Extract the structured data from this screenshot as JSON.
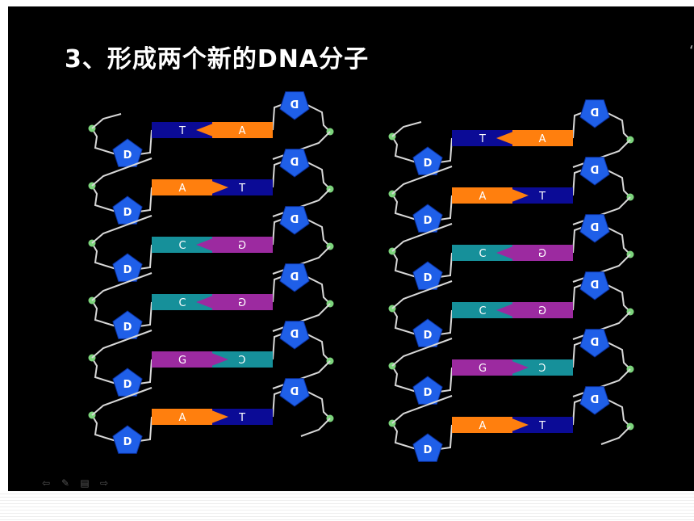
{
  "slide": {
    "title": "3、形成两个新的DNA分子"
  },
  "sugar_label": "D",
  "left_molecule": {
    "pairs": [
      {
        "left": "T",
        "right": "A",
        "left_color": "#0b0b96",
        "right_color": "#ff7f0e",
        "pointer": "left"
      },
      {
        "left": "A",
        "right": "T",
        "left_color": "#ff7f0e",
        "right_color": "#0b0b96",
        "pointer": "right"
      },
      {
        "left": "C",
        "right": "G",
        "left_color": "#16909a",
        "right_color": "#9c2aa0",
        "pointer": "left"
      },
      {
        "left": "C",
        "right": "G",
        "left_color": "#16909a",
        "right_color": "#9c2aa0",
        "pointer": "left"
      },
      {
        "left": "G",
        "right": "C",
        "left_color": "#9c2aa0",
        "right_color": "#16909a",
        "pointer": "right"
      },
      {
        "left": "A",
        "right": "T",
        "left_color": "#ff7f0e",
        "right_color": "#0b0b96",
        "pointer": "right"
      }
    ]
  },
  "right_molecule": {
    "pairs": [
      {
        "left": "T",
        "right": "A",
        "left_color": "#0b0b96",
        "right_color": "#ff7f0e",
        "pointer": "left"
      },
      {
        "left": "A",
        "right": "T",
        "left_color": "#ff7f0e",
        "right_color": "#0b0b96",
        "pointer": "right"
      },
      {
        "left": "C",
        "right": "G",
        "left_color": "#16909a",
        "right_color": "#9c2aa0",
        "pointer": "left"
      },
      {
        "left": "C",
        "right": "G",
        "left_color": "#16909a",
        "right_color": "#9c2aa0",
        "pointer": "left"
      },
      {
        "left": "G",
        "right": "C",
        "left_color": "#9c2aa0",
        "right_color": "#16909a",
        "pointer": "right"
      },
      {
        "left": "A",
        "right": "T",
        "left_color": "#ff7f0e",
        "right_color": "#0b0b96",
        "pointer": "right"
      }
    ]
  },
  "colors": {
    "background": "#000000",
    "sugar": "#1f5fe8",
    "phosphate": "#7cd47c",
    "backbone": "#d8d8d8"
  },
  "nav": {
    "icons": [
      "prev-arrow-icon",
      "pen-icon",
      "menu-icon",
      "next-arrow-icon"
    ]
  }
}
